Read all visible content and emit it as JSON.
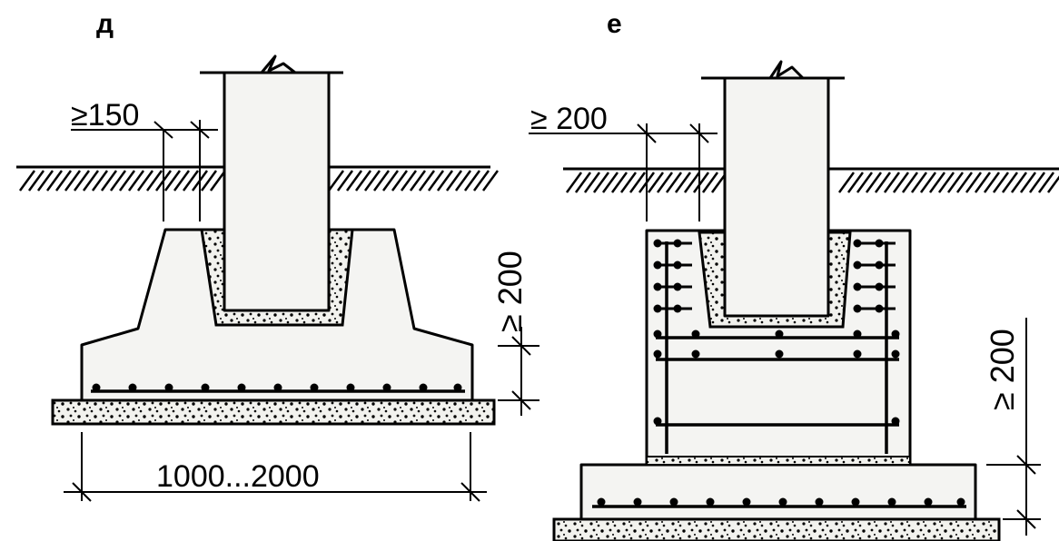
{
  "diagram": {
    "left": {
      "label": "д",
      "top_dim": "≥150",
      "side_dim": "≥ 200",
      "bottom_dim": "1000...2000"
    },
    "right": {
      "label": "е",
      "top_dim": "≥ 200",
      "side_dim": "≥ 200"
    }
  },
  "colors": {
    "line": "#000000",
    "concrete": "#f4f4f2",
    "background": "#ffffff"
  }
}
